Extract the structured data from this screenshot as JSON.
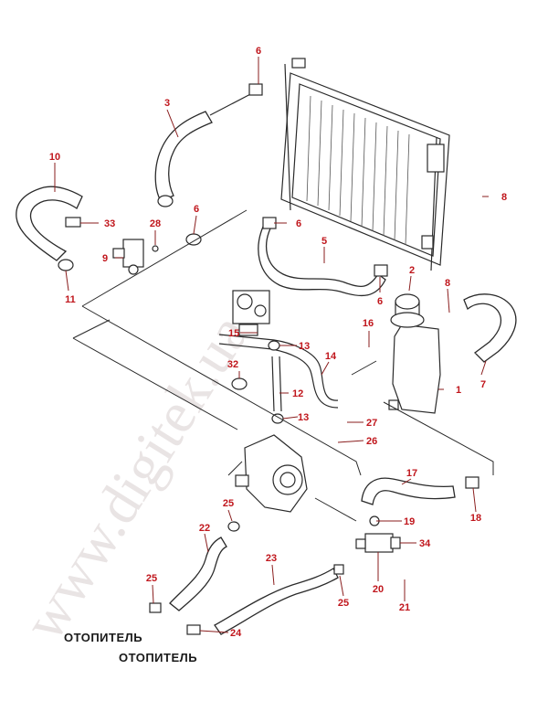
{
  "watermark": "www.digitek.ua",
  "captions": {
    "heater_1": "ОТОПИТЕЛЬ",
    "heater_2": "ОТОПИТЕЛЬ"
  },
  "callouts": {
    "c1": "1",
    "c2": "2",
    "c3": "3",
    "c5": "5",
    "c6a": "6",
    "c6b": "6",
    "c6c": "6",
    "c6d": "6",
    "c7": "7",
    "c8a": "8",
    "c8b": "8",
    "c9": "9",
    "c10": "10",
    "c11": "11",
    "c12": "12",
    "c13a": "13",
    "c13b": "13",
    "c14": "14",
    "c15": "15",
    "c16": "16",
    "c17": "17",
    "c18": "18",
    "c19": "19",
    "c20": "20",
    "c21": "21",
    "c22": "22",
    "c23": "23",
    "c24": "24",
    "c25a": "25",
    "c25b": "25",
    "c25c": "25",
    "c26": "26",
    "c27": "27",
    "c28": "28",
    "c32": "32",
    "c33": "33",
    "c34": "34"
  },
  "colors": {
    "callout": "#c0161c",
    "line": "#2a2a2a",
    "watermark": "#e9e4e4"
  }
}
